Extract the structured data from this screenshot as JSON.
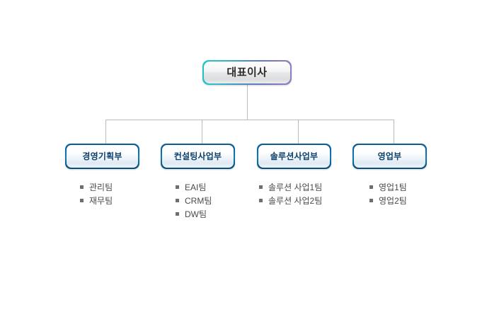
{
  "chart": {
    "title_node": {
      "label": "대표이사",
      "border_gradient_from": "#19c5c0",
      "border_gradient_to": "#8e84c4"
    },
    "connector_color": "#b9bbbd",
    "departments": [
      {
        "label": "경영기획부",
        "border_color": "#0a5b92",
        "text_color": "#0b3f6b",
        "teams": [
          {
            "label": "관리팀"
          },
          {
            "label": "재무팀"
          }
        ]
      },
      {
        "label": "컨설팅사업부",
        "border_color": "#0a5b92",
        "text_color": "#0b3f6b",
        "teams": [
          {
            "label": "EAI팀"
          },
          {
            "label": "CRM팀"
          },
          {
            "label": "DW팀"
          }
        ]
      },
      {
        "label": "솔루션사업부",
        "border_color": "#0a5b92",
        "text_color": "#0b3f6b",
        "teams": [
          {
            "label": "솔루션 사업1팀"
          },
          {
            "label": "솔루션 사업2팀"
          }
        ]
      },
      {
        "label": "영업부",
        "border_color": "#0a5b92",
        "text_color": "#0b3f6b",
        "teams": [
          {
            "label": "영업1팀"
          },
          {
            "label": "영업2팀"
          }
        ]
      }
    ]
  }
}
